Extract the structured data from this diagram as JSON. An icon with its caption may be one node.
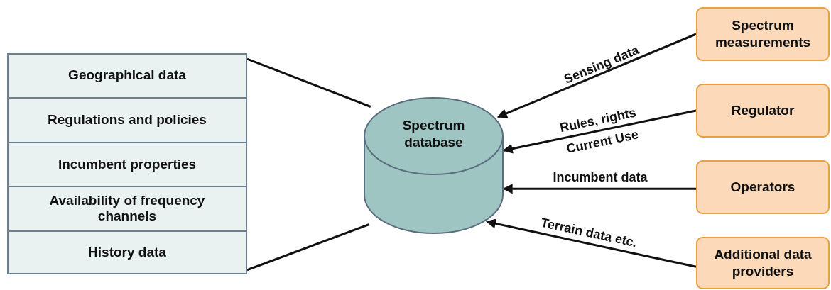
{
  "diagram": {
    "nodes": [
      {
        "text": [],
        "shape": "box"
      },
      {
        "text": [
          "Geographical data"
        ],
        "in": 0
      },
      {
        "text": [
          "Regulations and policies"
        ],
        "in": 0
      },
      {
        "text": [
          "Incumbent properties"
        ],
        "in": 0
      },
      {
        "text": [
          "Availability of frequency channels"
        ],
        "in": 0
      },
      {
        "text": [
          "History data"
        ],
        "in": 0
      },
      {
        "text": [
          "Spectrum database"
        ]
      },
      {
        "text": [
          "Spectrum measurements"
        ]
      },
      {
        "text": [
          "Regulator"
        ]
      },
      {
        "text": [
          "Operators"
        ]
      },
      {
        "text": [
          "Additional data providers"
        ]
      }
    ],
    "edges": [
      {
        "from": 6,
        "to": 0,
        "arrow": "none"
      },
      {
        "from": 6,
        "to": 0,
        "arrow": "none"
      },
      {
        "from": 7,
        "to": 6,
        "arrow": "to",
        "label": "Sensing data"
      },
      {
        "from": 8,
        "to": 6,
        "arrow": "to",
        "label": "Rules, rights Current Use"
      },
      {
        "from": 9,
        "to": 6,
        "arrow": "to",
        "label": "Incumbent data"
      },
      {
        "from": 10,
        "to": 6,
        "arrow": "to",
        "label": "Terrain data etc."
      }
    ]
  }
}
